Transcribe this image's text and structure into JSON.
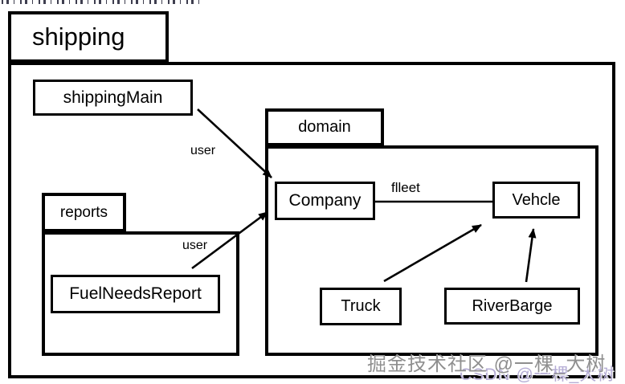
{
  "diagram": {
    "type": "uml-package-diagram",
    "root_package": {
      "label": "shipping"
    },
    "packages": [
      {
        "id": "domain",
        "label": "domain"
      },
      {
        "id": "reports",
        "label": "reports"
      }
    ],
    "classes": [
      {
        "id": "shipping-main",
        "label": "shippingMain",
        "package": "shipping"
      },
      {
        "id": "company",
        "label": "Company",
        "package": "domain"
      },
      {
        "id": "vehcle",
        "label": "Vehcle",
        "package": "domain"
      },
      {
        "id": "truck",
        "label": "Truck",
        "package": "domain"
      },
      {
        "id": "river-barge",
        "label": "RiverBarge",
        "package": "domain"
      },
      {
        "id": "fuel-needs-report",
        "label": "FuelNeedsReport",
        "package": "reports"
      }
    ],
    "edges": [
      {
        "from": "shippingMain",
        "to": "Company",
        "label": "user",
        "style": "arrow"
      },
      {
        "from": "FuelNeedsReport",
        "to": "Company",
        "label": "user",
        "style": "arrow"
      },
      {
        "from": "Company",
        "to": "Vehcle",
        "label": "flleet",
        "style": "plain-line"
      },
      {
        "from": "Truck",
        "to": "Vehcle",
        "label": "",
        "style": "arrow"
      },
      {
        "from": "RiverBarge",
        "to": "Vehcle",
        "label": "",
        "style": "arrow"
      }
    ]
  },
  "watermarks": {
    "juejin": "掘金技术社区 @一棵_大树",
    "csdn": "CSDN @一棵_大树"
  },
  "colors": {
    "line": "#000000",
    "background": "#ffffff",
    "watermark_gray": "#8f8f8f",
    "watermark_purple": "#b5add5"
  }
}
